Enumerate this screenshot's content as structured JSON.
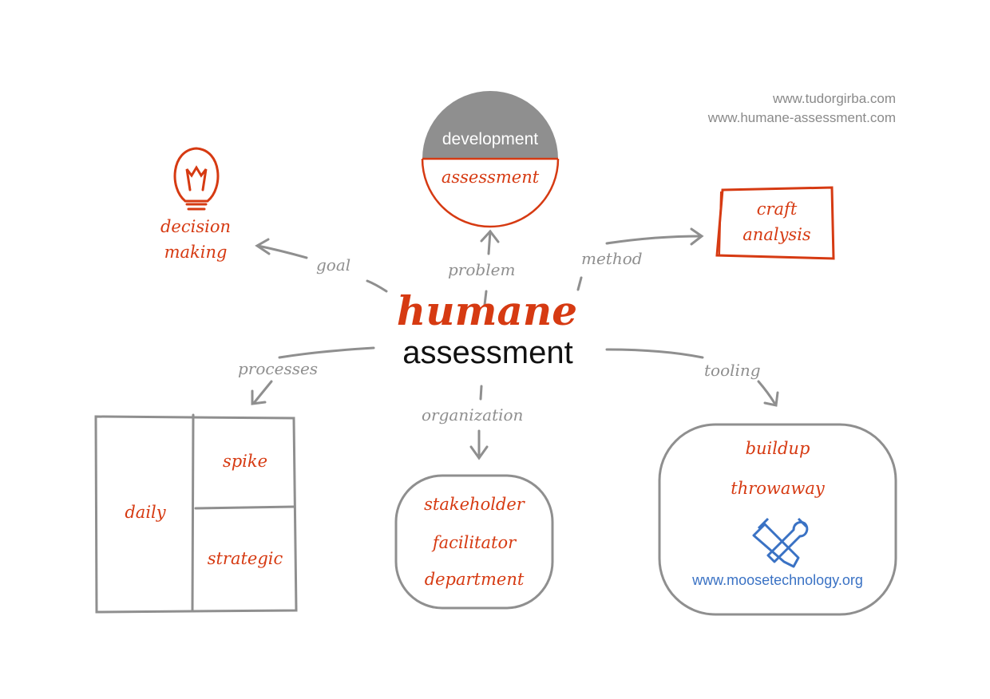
{
  "urls": [
    "www.tudorgirba.com",
    "www.humane-assessment.com"
  ],
  "center": {
    "title_top": "humane",
    "title_bottom": "assessment"
  },
  "edges": {
    "goal": "goal",
    "problem": "problem",
    "method": "method",
    "processes": "processes",
    "organization": "organization",
    "tooling": "tooling"
  },
  "goal_node": {
    "line1": "decision",
    "line2": "making",
    "icon": "lightbulb-icon"
  },
  "problem_node": {
    "top": "development",
    "bottom": "assessment"
  },
  "method_node": {
    "line1": "craft",
    "line2": "analysis"
  },
  "processes_node": {
    "left": "daily",
    "top_right": "spike",
    "bottom_right": "strategic"
  },
  "organization_node": {
    "items": [
      "stakeholder",
      "facilitator",
      "department"
    ]
  },
  "tooling_node": {
    "items": [
      "buildup",
      "throwaway"
    ],
    "icon": "tools-icon",
    "link": "www.moosetechnology.org"
  },
  "colors": {
    "accent": "#d63a12",
    "stroke": "#8f8f8f",
    "link": "#3a72c4"
  }
}
